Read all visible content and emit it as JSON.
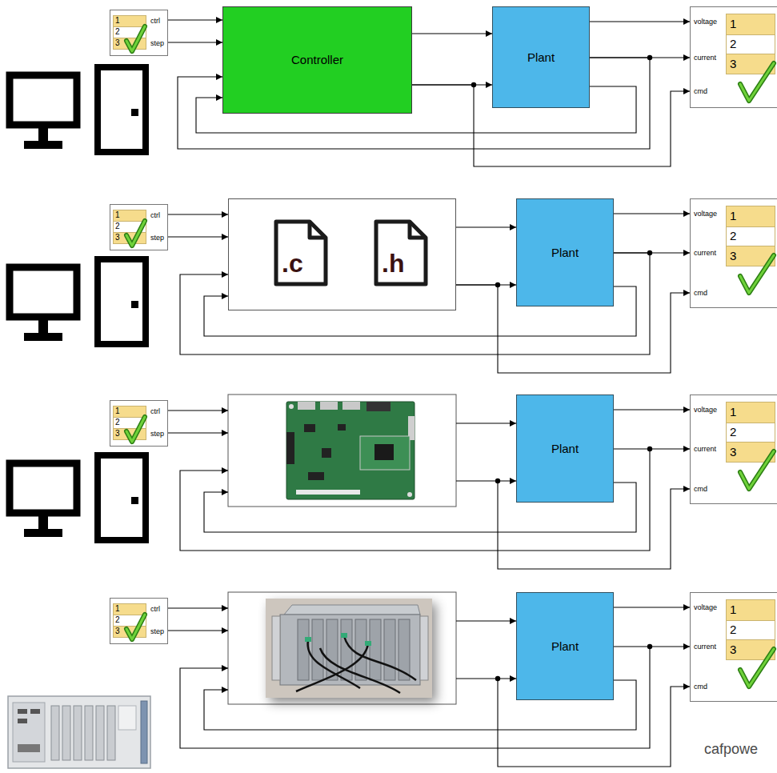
{
  "diagram": {
    "nodes": [
      {
        "text": [
          "1",
          "2",
          "3",
          "ctrl",
          "step"
        ]
      },
      {
        "text": [
          "Controller"
        ]
      },
      {
        "text": [
          "Plant"
        ]
      },
      {
        "text": [
          "voltage",
          "current",
          "cmd",
          "1",
          "2",
          "3"
        ]
      },
      {
        "text": [
          "1",
          "2",
          "3",
          "ctrl",
          "step"
        ]
      },
      {
        "text": [
          ".c",
          ".h"
        ]
      },
      {
        "text": [
          "Plant"
        ]
      },
      {
        "text": [
          "voltage",
          "current",
          "cmd",
          "1",
          "2",
          "3"
        ]
      },
      {
        "text": [
          "1",
          "2",
          "3",
          "ctrl",
          "step"
        ]
      },
      {
        "text": [
          "Plant"
        ]
      },
      {
        "text": [
          "voltage",
          "current",
          "cmd",
          "1",
          "2",
          "3"
        ]
      },
      {
        "text": [
          "1",
          "2",
          "3",
          "ctrl",
          "step"
        ]
      },
      {
        "text": [
          "Plant"
        ]
      },
      {
        "text": [
          "voltage",
          "current",
          "cmd",
          "1",
          "2",
          "3"
        ]
      }
    ],
    "edges": [
      {
        "from": 0,
        "to": 1,
        "arrow": "to"
      },
      {
        "from": 0,
        "to": 1,
        "arrow": "to"
      },
      {
        "from": 1,
        "to": 2,
        "arrow": "to"
      },
      {
        "from": 1,
        "to": 2,
        "arrow": "to"
      },
      {
        "from": 1,
        "to": 3,
        "arrow": "to"
      },
      {
        "from": 2,
        "to": 3,
        "arrow": "to"
      },
      {
        "from": 2,
        "to": 3,
        "arrow": "to"
      },
      {
        "from": 2,
        "to": 1,
        "arrow": "to"
      },
      {
        "from": 2,
        "to": 1,
        "arrow": "to"
      },
      {
        "from": 4,
        "to": 5,
        "arrow": "to"
      },
      {
        "from": 4,
        "to": 5,
        "arrow": "to"
      },
      {
        "from": 5,
        "to": 6,
        "arrow": "to"
      },
      {
        "from": 5,
        "to": 6,
        "arrow": "to"
      },
      {
        "from": 5,
        "to": 7,
        "arrow": "to"
      },
      {
        "from": 6,
        "to": 7,
        "arrow": "to"
      },
      {
        "from": 6,
        "to": 7,
        "arrow": "to"
      },
      {
        "from": 6,
        "to": 5,
        "arrow": "to"
      },
      {
        "from": 6,
        "to": 5,
        "arrow": "to"
      },
      {
        "from": 9,
        "to": 10,
        "arrow": "to"
      },
      {
        "from": 9,
        "to": 10,
        "arrow": "to"
      },
      {
        "from": 12,
        "to": 13,
        "arrow": "to"
      },
      {
        "from": 12,
        "to": 13,
        "arrow": "to"
      }
    ],
    "labels": [
      "cafpowe"
    ]
  }
}
